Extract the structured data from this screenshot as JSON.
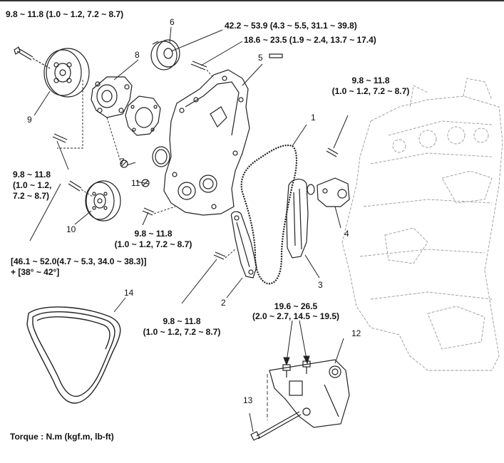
{
  "torque_specs": {
    "t_top_left": "9.8 ~ 11.8 (1.0 ~ 1.2, 7.2 ~ 8.7)",
    "t_pulley_bolt": "42.2 ~ 53.9 (4.3 ~ 5.5, 31.1 ~ 39.8)",
    "t_cover_bolt": "18.6 ~ 23.5 (1.9 ~ 2.4, 13.7 ~ 17.4)",
    "t_tensioner_l1": "9.8 ~ 11.8",
    "t_tensioner_l2": "(1.0 ~ 1.2, 7.2 ~ 8.7)",
    "t_pump_l1": "9.8 ~ 11.8",
    "t_pump_l2": "(1.0 ~ 1.2,",
    "t_pump_l3": "7.2 ~ 8.7)",
    "t_cover_lower_l1": "9.8 ~ 11.8",
    "t_cover_lower_l2": "(1.0 ~ 1.2, 7.2 ~ 8.7)",
    "t_damper_l1": "[46.1 ~ 52.0(4.7 ~ 5.3, 34.0 ~ 38.3)]",
    "t_damper_l2": "+ [38° ~ 42°]",
    "t_guide_l1": "9.8 ~ 11.8",
    "t_guide_l2": "(1.0 ~ 1.2, 7.2 ~ 8.7)",
    "t_bracket_l1": "19.6 ~ 26.5",
    "t_bracket_l2": "(2.0 ~ 2.7, 14.5 ~ 19.5)"
  },
  "callouts": [
    "1",
    "2",
    "3",
    "4",
    "5",
    "6",
    "7",
    "8",
    "9",
    "10",
    "11",
    "12",
    "13",
    "14"
  ],
  "footer": "Torque : N.m (kgf.m, lb-ft)",
  "colors": {
    "line": "#222222",
    "engine": "#9a9a9a"
  }
}
